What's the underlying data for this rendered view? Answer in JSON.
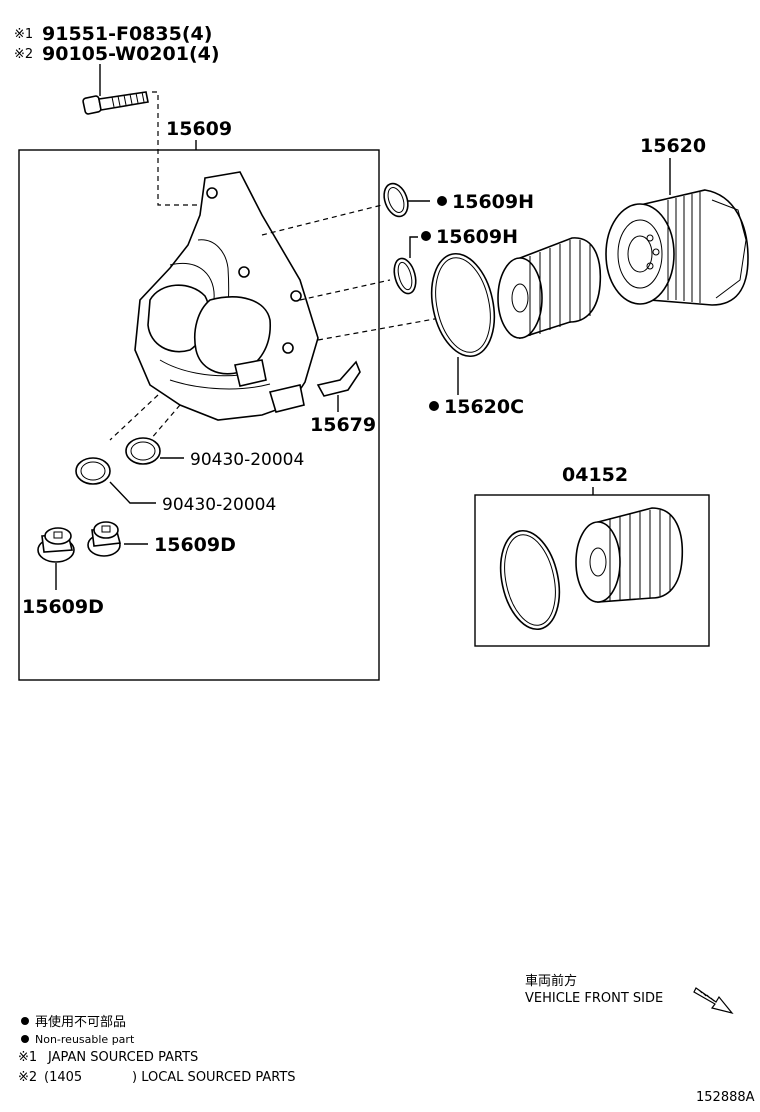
{
  "bolt_callout": {
    "line1_mark": "※1",
    "line1_part": "91551-F0835(4)",
    "line2_mark": "※2",
    "line2_part": "90105-W0201(4)"
  },
  "parts": {
    "housing": "15609",
    "oring_upper": "15609H",
    "oring_lower": "15609H",
    "cap": "15620",
    "cap_gasket": "15620C",
    "bracket": "15679",
    "gasket_a": "90430-20004",
    "gasket_b": "90430-20004",
    "plug_right": "15609D",
    "plug_left": "15609D",
    "element_kit": "04152"
  },
  "direction": {
    "jp": "車両前方",
    "en": "VEHICLE FRONT SIDE"
  },
  "legend": {
    "jp": "再使用不可部品",
    "en": "Non-reusable part",
    "note1_mark": "※1",
    "note1_text": "JAPAN SOURCED PARTS",
    "note2_mark": "※2",
    "note2_open": "(1405",
    "note2_text": ") LOCAL SOURCED PARTS"
  },
  "figure_id": "152888A"
}
